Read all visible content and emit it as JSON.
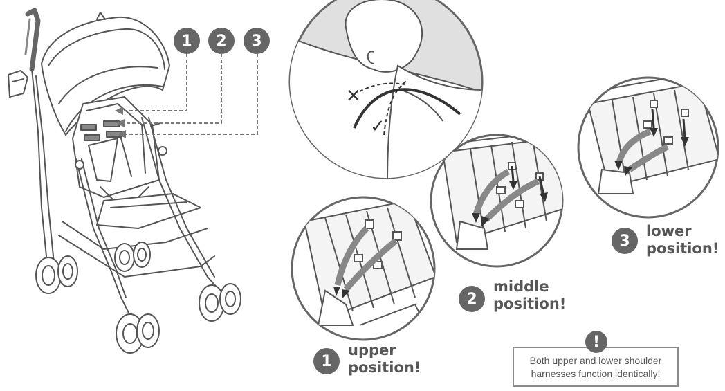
{
  "harness_numbers": {
    "n1": "1",
    "n2": "2",
    "n3": "3"
  },
  "positions": {
    "upper": {
      "number": "1",
      "line1": "upper",
      "line2": "position!"
    },
    "middle": {
      "number": "2",
      "line1": "middle",
      "line2": "position!"
    },
    "lower": {
      "number": "3",
      "line1": "lower",
      "line2": "position!"
    }
  },
  "head_detail": {
    "wrong_mark": "✕",
    "right_mark": "✓"
  },
  "note": {
    "icon": "!",
    "line1": "Both upper and lower shoulder",
    "line2": "harnesses function identically!"
  },
  "colors": {
    "badge": "#666666",
    "line": "#555555",
    "fill_gray": "#9a9a9a"
  }
}
